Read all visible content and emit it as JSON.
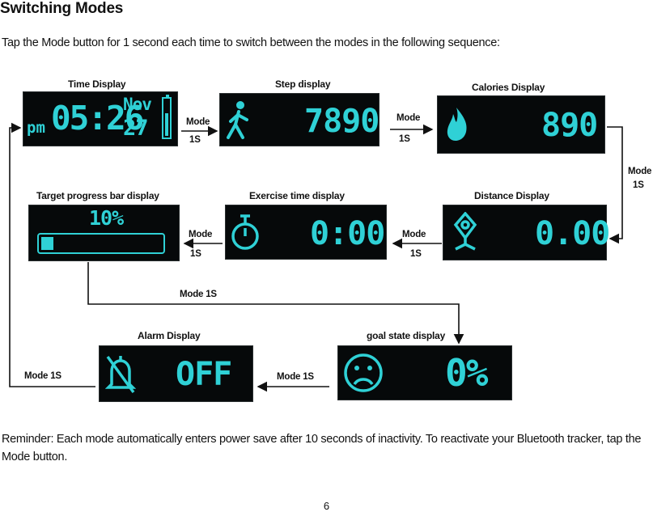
{
  "heading": "Switching Modes",
  "intro": "Tap the Mode button for 1 second each time to switch between the modes in the following sequence:",
  "modes": {
    "time": {
      "caption": "Time Display",
      "ampm": "pm",
      "time": "05:26",
      "month": "Nov",
      "day": "27"
    },
    "step": {
      "caption": "Step display",
      "value": "7890"
    },
    "calories": {
      "caption": "Calories Display",
      "value": "890"
    },
    "distance": {
      "caption": "Distance Display",
      "value": "0.00"
    },
    "exercise": {
      "caption": "Exercise time display",
      "value": "0:00"
    },
    "target": {
      "caption": "Target progress bar display",
      "value": "10%",
      "progress": 0.1
    },
    "goal": {
      "caption": "goal state display",
      "value": "0%"
    },
    "alarm": {
      "caption": "Alarm Display",
      "value": "OFF"
    }
  },
  "transitions": {
    "time_step": {
      "mode": "Mode",
      "time": "1S"
    },
    "step_cal": {
      "mode": "Mode",
      "time": "1S"
    },
    "cal_dist": {
      "mode": "Mode",
      "time": "1S"
    },
    "dist_ex": {
      "mode": "Mode",
      "time": "1S"
    },
    "ex_target": {
      "mode": "Mode",
      "time": "1S"
    },
    "target_goal": "Mode  1S",
    "goal_alarm": "Mode 1S",
    "alarm_time": "Mode 1S"
  },
  "reminder": "Reminder:  Each mode automatically enters power save after 10 seconds of inactivity.  To reactivate your Bluetooth tracker, tap the Mode button.",
  "page_number": "6",
  "colors": {
    "lcd": "#2fd1d6",
    "screen": "#06090a"
  }
}
